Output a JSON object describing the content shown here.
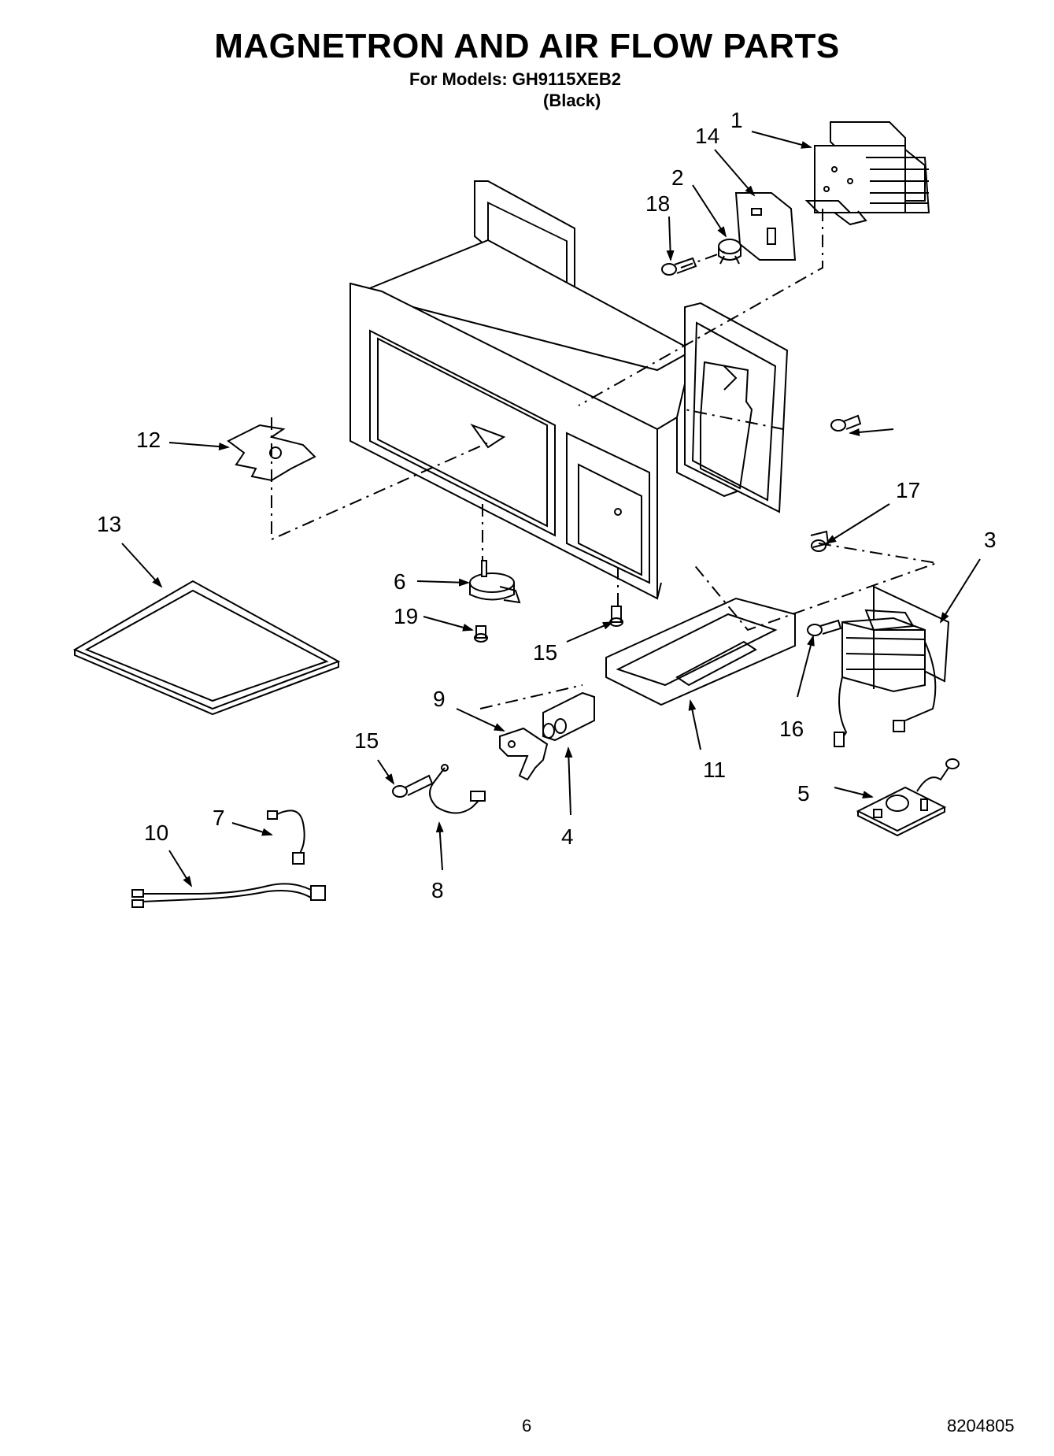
{
  "header": {
    "title": "MAGNETRON AND AIR FLOW PARTS",
    "models": "For Models: GH9115XEB2",
    "color": "(Black)"
  },
  "callouts": [
    "1",
    "2",
    "3",
    "4",
    "5",
    "6",
    "7",
    "8",
    "9",
    "10",
    "11",
    "12",
    "13",
    "14",
    "15",
    "15",
    "16",
    "17",
    "17",
    "18",
    "19"
  ],
  "footer": {
    "page_number": "6",
    "doc_code": "8204805"
  }
}
